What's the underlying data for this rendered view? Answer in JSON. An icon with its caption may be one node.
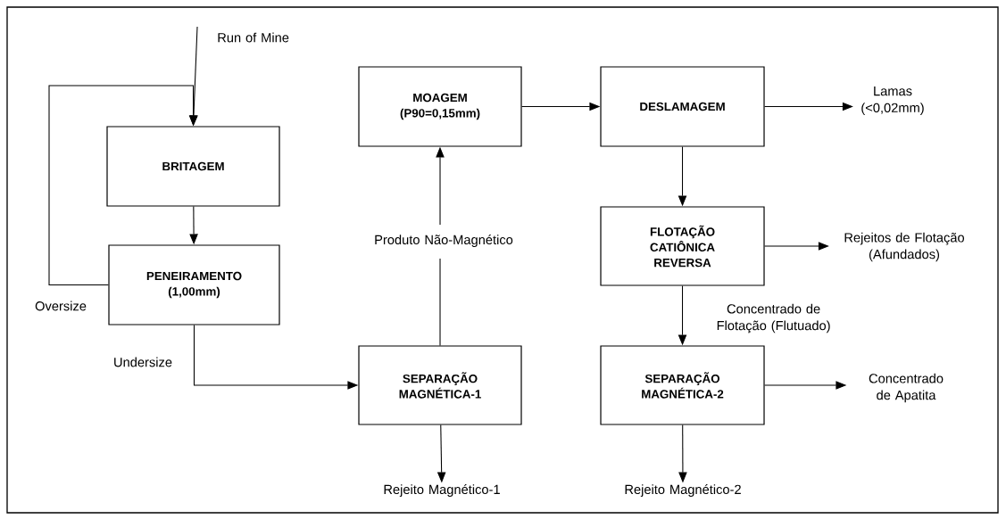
{
  "diagram": {
    "nodes": [
      {
        "text": [
          "BRITAGEM"
        ]
      },
      {
        "text": [
          "PENEIRAMENTO (1,00mm)"
        ]
      },
      {
        "text": [
          "SEPARAÇÃO MAGNÉTICA-1"
        ]
      },
      {
        "text": [
          "MOAGEM (P90=0,15mm)"
        ]
      },
      {
        "text": [
          "DESLAMAGEM"
        ]
      },
      {
        "text": [
          "Lamas (<0,02mm)"
        ]
      },
      {
        "text": [
          "FLOTAÇÃO CATIÔNICA REVERSA"
        ]
      },
      {
        "text": [
          "Rejeitos de Flotação (Afundados)"
        ]
      },
      {
        "text": [
          "SEPARAÇÃO MAGNÉTICA-2"
        ]
      },
      {
        "text": [
          "Concentrado de Apatita"
        ]
      },
      {
        "text": [
          "Rejeito Magnético-1"
        ]
      },
      {
        "text": [
          "Rejeito Magnético-2"
        ]
      }
    ],
    "edges": [
      {
        "from": null,
        "to": 0,
        "arrow": "to",
        "label": "Run of Mine"
      },
      {
        "from": 0,
        "to": 1,
        "arrow": "to"
      },
      {
        "from": 1,
        "to": 0,
        "arrow": "to",
        "label": "Oversize"
      },
      {
        "from": 1,
        "to": 2,
        "arrow": "to",
        "label": "Undersize"
      },
      {
        "from": 2,
        "to": 3,
        "arrow": "to",
        "label": "Produto Não-Magnético"
      },
      {
        "from": 3,
        "to": 4,
        "arrow": "to"
      },
      {
        "from": 4,
        "to": 5,
        "arrow": "to"
      },
      {
        "from": 4,
        "to": 6,
        "arrow": "to"
      },
      {
        "from": 6,
        "to": 7,
        "arrow": "to"
      },
      {
        "from": 6,
        "to": 8,
        "arrow": "to",
        "label": "Concentrado de Flotação (Flutuado)"
      },
      {
        "from": 8,
        "to": 9,
        "arrow": "to"
      },
      {
        "from": 2,
        "to": 10,
        "arrow": "to"
      },
      {
        "from": 8,
        "to": 11,
        "arrow": "to"
      }
    ]
  }
}
